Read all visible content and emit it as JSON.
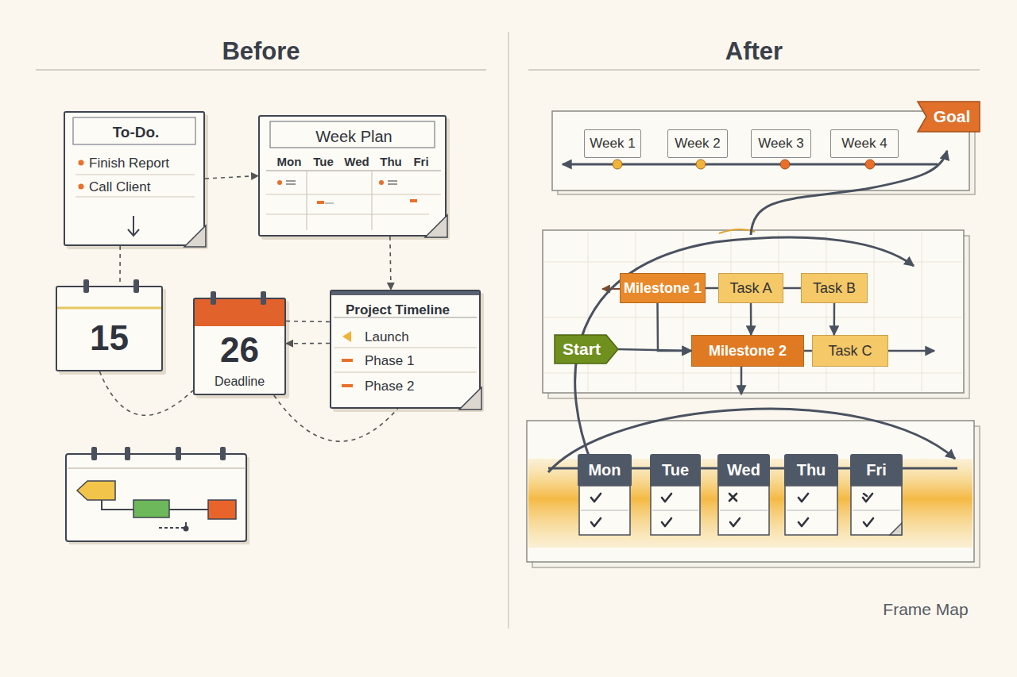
{
  "diagram": {
    "caption": "Frame Map",
    "nodes": [
      {
        "text": [
          "To-Do.",
          "Finish Report",
          "Call Client"
        ]
      },
      {
        "text": [
          "Week Plan",
          "Mon",
          "Tue",
          "Wed",
          "Thu",
          "Fri"
        ]
      },
      {
        "text": [
          "15"
        ]
      },
      {
        "text": [
          "26",
          "Deadline"
        ]
      },
      {
        "text": [
          "Project Timeline",
          "Launch",
          "Phase 1",
          "Phase 2"
        ]
      },
      {
        "text": [
          "Week 1"
        ]
      },
      {
        "text": [
          "Week 2"
        ]
      },
      {
        "text": [
          "Week 3"
        ]
      },
      {
        "text": [
          "Week 4"
        ]
      },
      {
        "text": [
          "Goal"
        ]
      },
      {
        "text": [
          "Milestone 1"
        ]
      },
      {
        "text": [
          "Task A"
        ]
      },
      {
        "text": [
          "Task B"
        ]
      },
      {
        "text": [
          "Start"
        ]
      },
      {
        "text": [
          "Milestone 2"
        ]
      },
      {
        "text": [
          "Task C"
        ]
      },
      {
        "text": [
          "Mon"
        ]
      },
      {
        "text": [
          "Tue"
        ]
      },
      {
        "text": [
          "Wed"
        ]
      },
      {
        "text": [
          "Thu"
        ]
      },
      {
        "text": [
          "Fri"
        ]
      }
    ],
    "edges": [
      {
        "from": 0,
        "to": 1,
        "arrow": "to"
      },
      {
        "from": 0,
        "to": 2,
        "arrow": "none"
      },
      {
        "from": 1,
        "to": 4,
        "arrow": "to"
      },
      {
        "from": 4,
        "to": 3,
        "arrow": "to"
      },
      {
        "from": 3,
        "to": 4,
        "arrow": "none"
      },
      {
        "from": 2,
        "to": 3,
        "arrow": "none"
      },
      {
        "from": 3,
        "to": 4,
        "arrow": "none"
      },
      {
        "from": 10,
        "to": 11,
        "arrow": "none"
      },
      {
        "from": 11,
        "to": 12,
        "arrow": "none"
      },
      {
        "from": 10,
        "to": 14,
        "arrow": "to"
      },
      {
        "from": 13,
        "to": 14,
        "arrow": "to"
      },
      {
        "from": 11,
        "to": 14,
        "arrow": "to"
      },
      {
        "from": 12,
        "to": 15,
        "arrow": "to"
      },
      {
        "from": 14,
        "to": 15,
        "arrow": "none"
      }
    ],
    "labels": [
      "Before",
      "After"
    ]
  }
}
